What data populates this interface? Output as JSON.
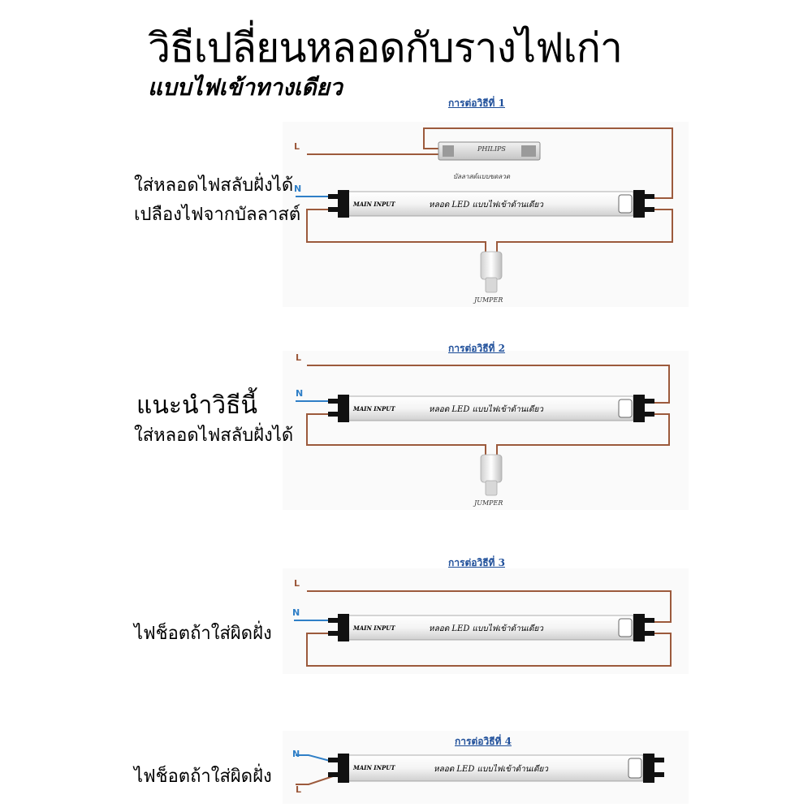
{
  "header": {
    "title": "วิธีเปลี่ยนหลอดกับรางไฟเก่า",
    "subtitle": "แบบไฟเข้าทางเดียว"
  },
  "tube": {
    "main_input": "MAIN INPUT",
    "label": "หลอด LED แบบไฟเข้าด้านเดียว"
  },
  "wire_labels": {
    "live": "L",
    "neutral": "N"
  },
  "sections": [
    {
      "title": "การต่อวิธีที่ 1",
      "notes": [
        "ใส่หลอดไฟสลับฝั่งได้",
        "เปลืองไฟจากบัลลาสต์"
      ],
      "ballast_label": "บัลลาสต์แบบขดลวด",
      "ballast_brand": "PHILIPS",
      "jumper_label": "JUMPER"
    },
    {
      "title": "การต่อวิธีที่ 2",
      "notes": [
        "แนะนำวิธีนี้",
        "ใส่หลอดไฟสลับฝั่งได้"
      ],
      "jumper_label": "JUMPER"
    },
    {
      "title": "การต่อวิธีที่ 3",
      "notes": [
        "ไฟช็อตถ้าใส่ผิดฝั่ง"
      ]
    },
    {
      "title": "การต่อวิธีที่ 4",
      "notes": [
        "ไฟช็อตถ้าใส่ผิดฝั่ง"
      ]
    }
  ],
  "colors": {
    "live_wire": "#9c5a3c",
    "neutral_wire": "#2f7fc7",
    "section_title": "#1f4f9a",
    "tube_cap": "#111111"
  }
}
